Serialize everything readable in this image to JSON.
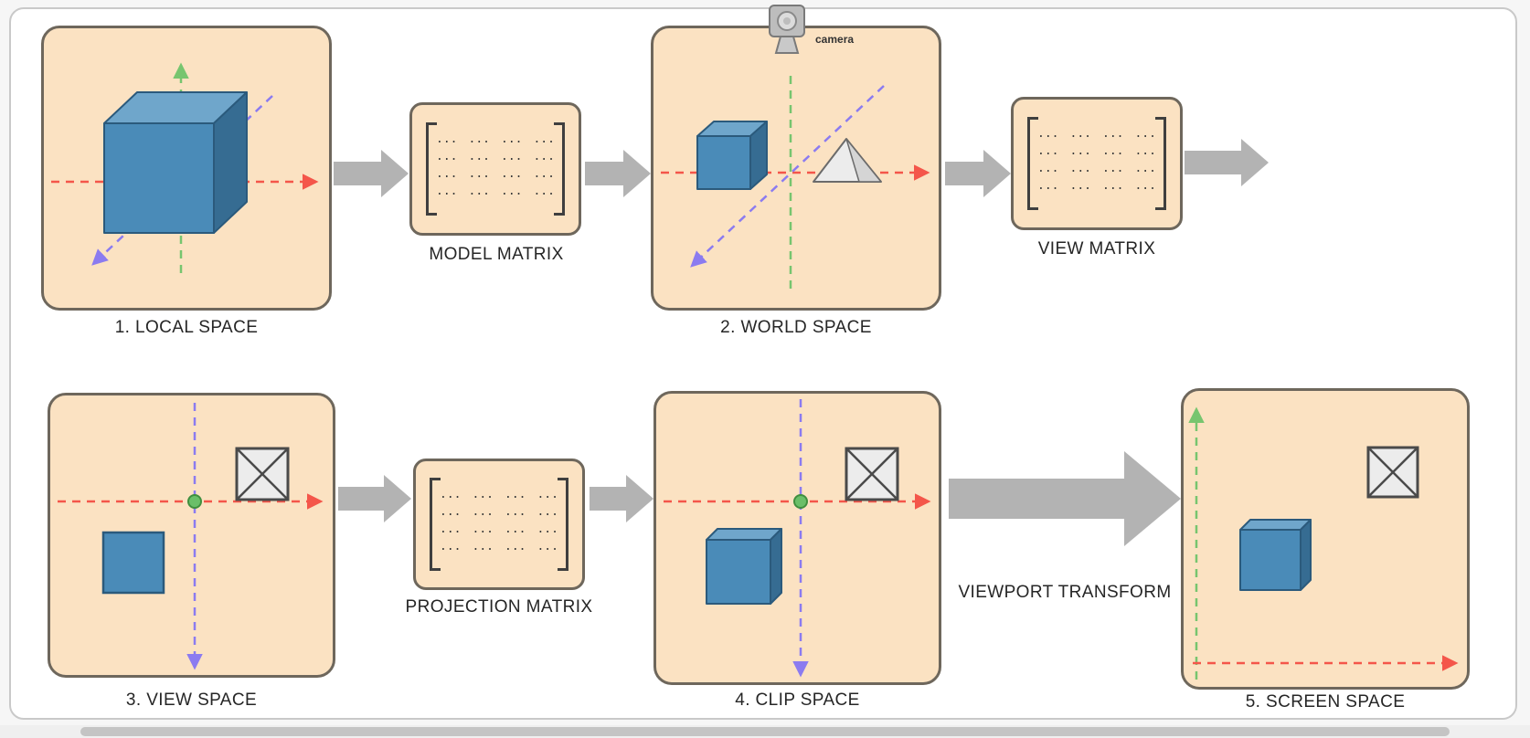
{
  "diagram": {
    "stages": [
      {
        "label": "1. LOCAL SPACE"
      },
      {
        "label": "2. WORLD SPACE"
      },
      {
        "label": "3. VIEW SPACE"
      },
      {
        "label": "4. CLIP SPACE"
      },
      {
        "label": "5. SCREEN SPACE"
      }
    ],
    "matrices": [
      {
        "label": "MODEL MATRIX"
      },
      {
        "label": "VIEW MATRIX"
      },
      {
        "label": "PROJECTION MATRIX"
      }
    ],
    "transform_label": "VIEWPORT TRANSFORM",
    "camera_label": "camera",
    "matrix_dots": "···",
    "matrix_rows": 4,
    "matrix_cols": 4,
    "colors": {
      "panel_fill": "#FBE2C2",
      "panel_border": "#6E675C",
      "arrow_gray": "#B3B3B3",
      "axis_x_red": "#F4564A",
      "axis_y_green": "#77C56F",
      "axis_z_purple": "#8B7BF0",
      "cube_front": "#4A8BB8",
      "cube_top": "#6FA6CB",
      "cube_side": "#366C92",
      "origin_dot": "#6ABF69"
    }
  }
}
